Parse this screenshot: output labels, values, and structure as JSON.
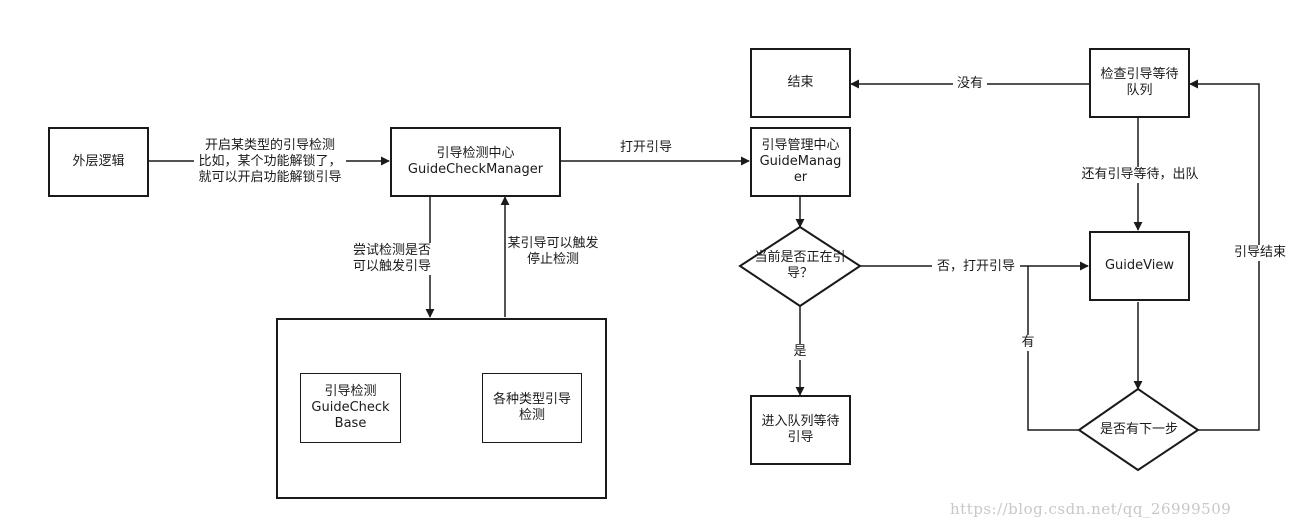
{
  "nodes": {
    "outer_logic": "外层逻辑",
    "check_center": "引导检测中心\nGuideCheckManager",
    "check_base": "引导检测\nGuideCheck\nBase",
    "various_checks": "各种类型引导\n检测",
    "guide_manager": "引导管理中心\nGuideManag\ner",
    "is_guiding": "当前是否正在引\n导？",
    "enter_queue": "进入队列等待\n引导",
    "end": "结束",
    "check_queue": "检查引导等待\n队列",
    "guide_view": "GuideView",
    "has_next": "是否有下一步"
  },
  "edge_labels": {
    "start_check": "开启某类型的引导检测\n比如，某个功能解锁了，\n就可以开启功能解锁引导",
    "try_check": "尝试检测是否\n可以触发引导",
    "trigger_stop": "某引导可以触发\n停止检测",
    "open_guide": "打开引导",
    "no_open": "否，打开引导",
    "yes": "是",
    "none": "没有",
    "has_waiting": "还有引导等待，出队",
    "guide_end": "引导结束",
    "has": "有"
  },
  "watermark": "https://blog.csdn.net/qq_26999509",
  "colors": {
    "stroke": "#1a1a1a",
    "watermark": "#c8c8c8"
  }
}
